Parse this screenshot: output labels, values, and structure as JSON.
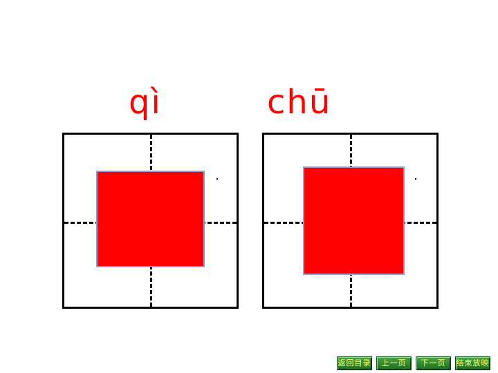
{
  "characters": [
    {
      "pinyin": "qì"
    },
    {
      "pinyin": "chū"
    }
  ],
  "colors": {
    "pinyin_text": "#ff0000",
    "cover_fill": "#ff0000",
    "grid_border": "#000000",
    "nav_text": "#ffff66"
  },
  "nav": {
    "back_to_contents": "返回目录",
    "previous_page": "上一页",
    "next_page": "下一页",
    "end_show": "结束放映"
  }
}
